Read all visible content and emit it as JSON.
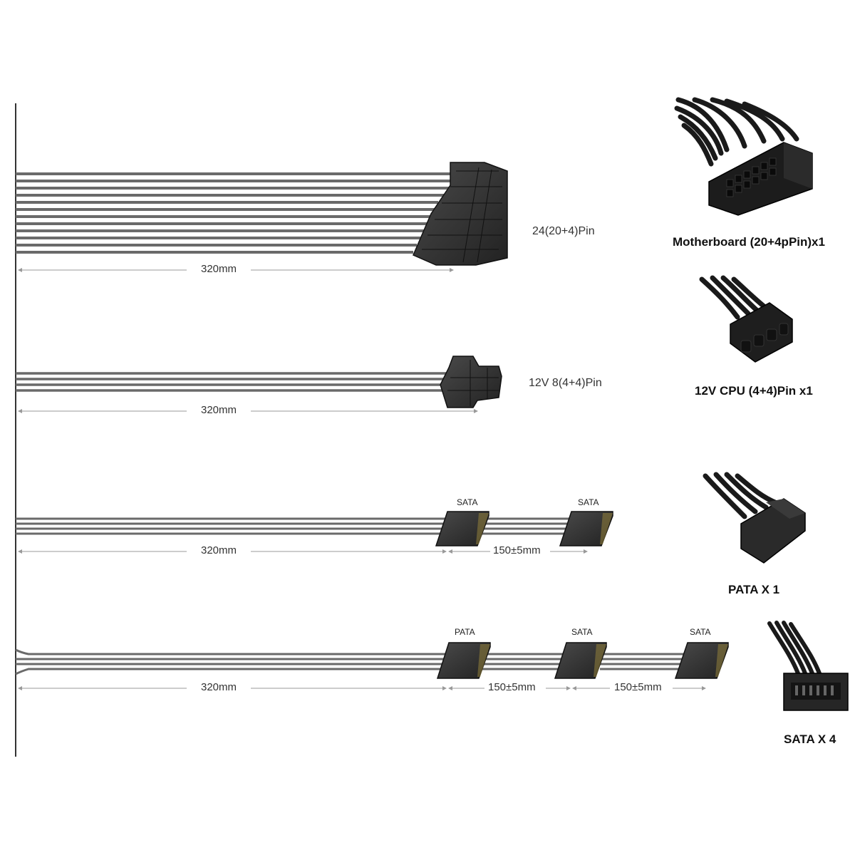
{
  "cables": {
    "mainboard": {
      "label": "24(20+4)Pin",
      "length": "320mm"
    },
    "cpu": {
      "label": "12V 8(4+4)Pin",
      "length": "320mm"
    },
    "sata_cable": {
      "length": "320mm",
      "connector1": "SATA",
      "connector2": "SATA",
      "spacing": "150±5mm"
    },
    "mixed_cable": {
      "length": "320mm",
      "connector1": "PATA",
      "connector2": "SATA",
      "connector3": "SATA",
      "spacing1": "150±5mm",
      "spacing2": "150±5mm"
    }
  },
  "captions": {
    "motherboard": "Motherboard (20+4pPin)x1",
    "cpu": "12V CPU (4+4)Pin x1",
    "pata": "PATA X 1",
    "sata": "SATA X 4"
  },
  "colors": {
    "wire": "#555555",
    "connector": "#2e2e2e",
    "dimension_line": "#999999"
  }
}
